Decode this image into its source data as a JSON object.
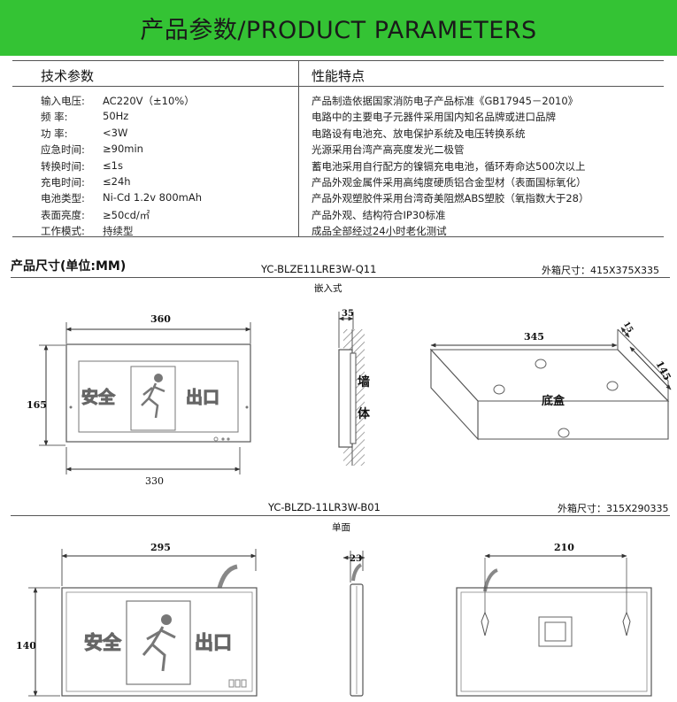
{
  "banner": {
    "title": "产品参数/PRODUCT PARAMETERS"
  },
  "table": {
    "tech_header": "技术参数",
    "feature_header": "性能特点",
    "specs": [
      {
        "label": "输入电压:",
        "value": "AC220V（±10%）"
      },
      {
        "label": "频 率:",
        "value": "50Hz"
      },
      {
        "label": "功 率:",
        "value": "<3W"
      },
      {
        "label": "应急时间:",
        "value": "≥90min"
      },
      {
        "label": "转换时间:",
        "value": "≤1s"
      },
      {
        "label": "充电时间:",
        "value": "≤24h"
      },
      {
        "label": "电池类型:",
        "value": "Ni-Cd 1.2v 800mAh"
      },
      {
        "label": "表面亮度:",
        "value": "≥50cd/㎡"
      },
      {
        "label": "工作模式:",
        "value": "持续型"
      }
    ],
    "features": [
      "产品制造依据国家消防电子产品标准《GB17945－2010》",
      "电路中的主要电子元器件采用国内知名品牌或进口品牌",
      "电路设有电池充、放电保护系统及电压转换系统",
      "光源采用台湾产高亮度发光二极管",
      "蓄电池采用自行配方的镍镉充电电池，循环寿命达500次以上",
      "产品外观金属件采用高纯度硬质铝合金型材（表面国标氧化）",
      "产品外观塑胶件采用台湾奇美阻燃ABS塑胶（氧指数大于28）",
      "产品外观、结构符合IP30标准",
      "成品全部经过24小时老化测试"
    ]
  },
  "dimensions": {
    "title": "产品尺寸(单位:MM)",
    "product1": {
      "model": "YC-BLZE11LRE3W-Q11",
      "outer_box": "外箱尺寸：415X375X335",
      "install_type": "嵌入式",
      "width_top": "360",
      "width_bottom": "330",
      "height": "165",
      "depth": "35",
      "wall_label_1": "墙",
      "wall_label_2": "体",
      "box_length": "345",
      "box_depth": "15",
      "box_width": "145",
      "box_label": "底盒",
      "sign_text_left": "安全",
      "sign_text_right": "出口"
    },
    "product2": {
      "model": "YC-BLZD-11LR3W-B01",
      "outer_box": "外箱尺寸：315X290335",
      "install_type": "单面",
      "width": "295",
      "height": "140",
      "depth": "23",
      "back_width": "210",
      "sign_text_left": "安全",
      "sign_text_right": "出口"
    }
  }
}
